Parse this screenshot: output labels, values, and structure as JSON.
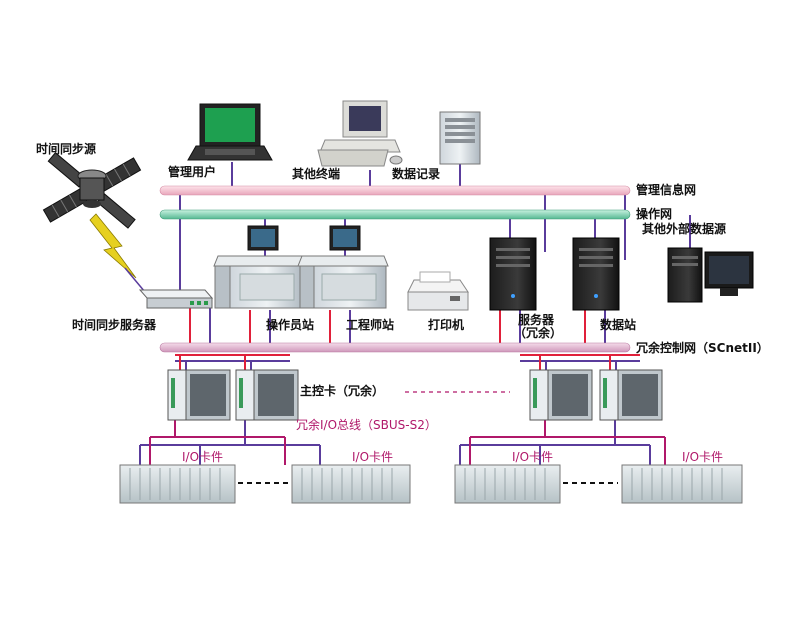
{
  "labels": {
    "time_source": "时间同步源",
    "mgmt_user": "管理用户",
    "other_terminal": "其他终端",
    "data_record": "数据记录",
    "mgmt_network": "管理信息网",
    "operation_network": "操作网",
    "external_data": "其他外部数据源",
    "time_server": "时间同步服务器",
    "operator_station": "操作员站",
    "engineer_station": "工程师站",
    "printer": "打印机",
    "server": "服务器",
    "server_redundant": "（冗余）",
    "data_station": "数据站",
    "control_network": "冗余控制网（SCnetII）",
    "main_control_card": "主控卡（冗余）",
    "io_bus": "冗余I/O总线（SBUS-S2）",
    "io_card_1": "I/O卡件",
    "io_card_2": "I/O卡件",
    "io_card_3": "I/O卡件",
    "io_card_4": "I/O卡件"
  },
  "colors": {
    "mgmt_network": "#f2b8c8",
    "operation_network": "#7fd3b4",
    "control_network": "#e3b6d2",
    "red_line": "#e0203a",
    "purple_line": "#5a3c9c",
    "lightning": "#e6d020",
    "io_bus_text": "#b0186a"
  }
}
